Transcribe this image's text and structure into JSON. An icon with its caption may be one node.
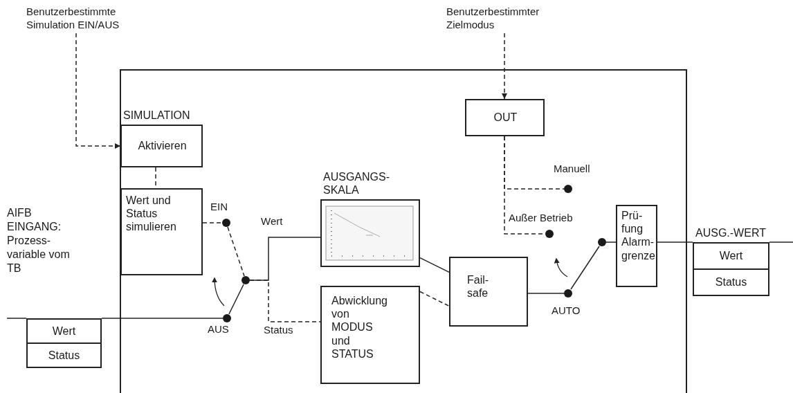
{
  "diagram": {
    "nodes": [
      {
        "text": [],
        "shape": "box"
      },
      {
        "text": [
          "Benutzerbestimmte Simulation EIN/AUS"
        ]
      },
      {
        "text": [
          "Benutzerbestimmter Zielmodus"
        ]
      },
      {
        "text": [
          "SIMULATION",
          "Aktivieren"
        ],
        "in": 0
      },
      {
        "text": [
          "Wert und Status simulieren"
        ],
        "in": 0
      },
      {
        "text": [],
        "shape": "circle",
        "beside": [
          "EIN"
        ],
        "in": 0
      },
      {
        "text": [],
        "shape": "circle",
        "in": 0
      },
      {
        "text": [],
        "shape": "circle",
        "beside": [
          "AUS"
        ],
        "in": 0
      },
      {
        "text": [
          "Wert",
          "Status"
        ]
      },
      {
        "text": [
          "AUSGANGS- SKALA"
        ],
        "in": 0
      },
      {
        "text": [
          "Abwicklung von MODUS und STATUS"
        ],
        "in": 0
      },
      {
        "text": [
          "Fail- safe"
        ],
        "in": 0
      },
      {
        "text": [
          "OUT"
        ],
        "in": 0
      },
      {
        "text": [],
        "shape": "circle",
        "beside": [
          "Manuell"
        ],
        "in": 0
      },
      {
        "text": [],
        "shape": "circle",
        "beside": [
          "Außer Betrieb"
        ],
        "in": 0
      },
      {
        "text": [],
        "shape": "circle",
        "beside": [
          "AUTO"
        ],
        "in": 0
      },
      {
        "text": [],
        "shape": "circle",
        "in": 0
      },
      {
        "text": [
          "Prü- fung Alarm- grenze"
        ],
        "in": 0
      },
      {
        "text": [
          "AUSG.-WERT",
          "Wert",
          "Status"
        ]
      }
    ],
    "edges": [
      {
        "from": 1,
        "to": 3,
        "arrow": "to",
        "style": "dashed"
      },
      {
        "from": 3,
        "to": 4,
        "arrow": "none",
        "style": "dashed"
      },
      {
        "from": 4,
        "to": 5,
        "arrow": "none",
        "style": "dashed"
      },
      {
        "from": 5,
        "to": 6,
        "arrow": "none",
        "style": "dashed"
      },
      {
        "from": 7,
        "to": 6,
        "arrow": "none"
      },
      {
        "from": 8,
        "to": 7,
        "arrow": "none"
      },
      {
        "from": 6,
        "to": 9,
        "arrow": "none",
        "label": "Wert"
      },
      {
        "from": 6,
        "to": 10,
        "arrow": "none",
        "style": "dashed",
        "label": "Status"
      },
      {
        "from": 9,
        "to": 11,
        "arrow": "none"
      },
      {
        "from": 10,
        "to": 11,
        "arrow": "none",
        "style": "dashed"
      },
      {
        "from": 11,
        "to": 15,
        "arrow": "none"
      },
      {
        "from": 15,
        "to": 16,
        "arrow": "none"
      },
      {
        "from": 16,
        "to": 17,
        "arrow": "none"
      },
      {
        "from": 17,
        "to": 18,
        "arrow": "none"
      },
      {
        "from": 2,
        "to": 12,
        "arrow": "to",
        "style": "dashed"
      },
      {
        "from": 12,
        "to": 13,
        "arrow": "none",
        "style": "dashed"
      },
      {
        "from": 12,
        "to": 14,
        "arrow": "none",
        "style": "dashed"
      }
    ],
    "labels": [
      "AIFB EINGANG: Prozess- variable vom TB"
    ]
  }
}
